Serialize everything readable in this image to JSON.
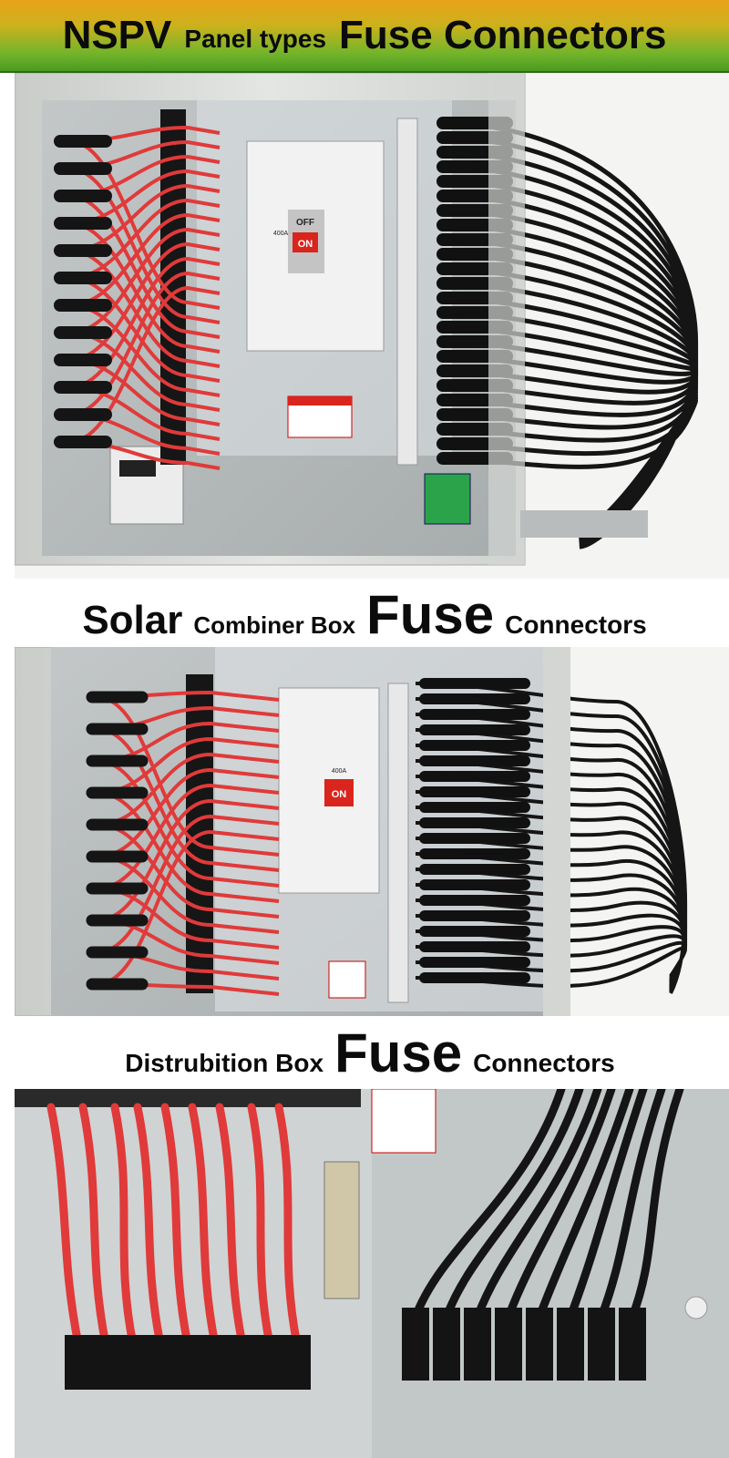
{
  "banner": {
    "brand": "NSPV",
    "subtitle": "Panel types",
    "title": "Fuse Connectors"
  },
  "captions": [
    {
      "word1": "Solar",
      "word2": "Combiner Box",
      "word3": "Fuse",
      "word4": "Connectors"
    },
    {
      "word1": "",
      "word2": "Distrubition Box",
      "word3": "Fuse",
      "word4": "Connectors"
    }
  ],
  "photos": [
    {
      "breaker_label_off": "OFF",
      "breaker_label_on": "ON",
      "breaker_rating": "400A"
    },
    {
      "breaker_label_on": "ON",
      "breaker_rating": "400A"
    },
    {}
  ],
  "colors": {
    "banner_top": "#e9a21a",
    "banner_bottom": "#4a9a22",
    "cable_red": "#e03a3a",
    "cable_black": "#151515",
    "enclosure": "#d7d9d6",
    "backplate": "#b7bcbc"
  }
}
